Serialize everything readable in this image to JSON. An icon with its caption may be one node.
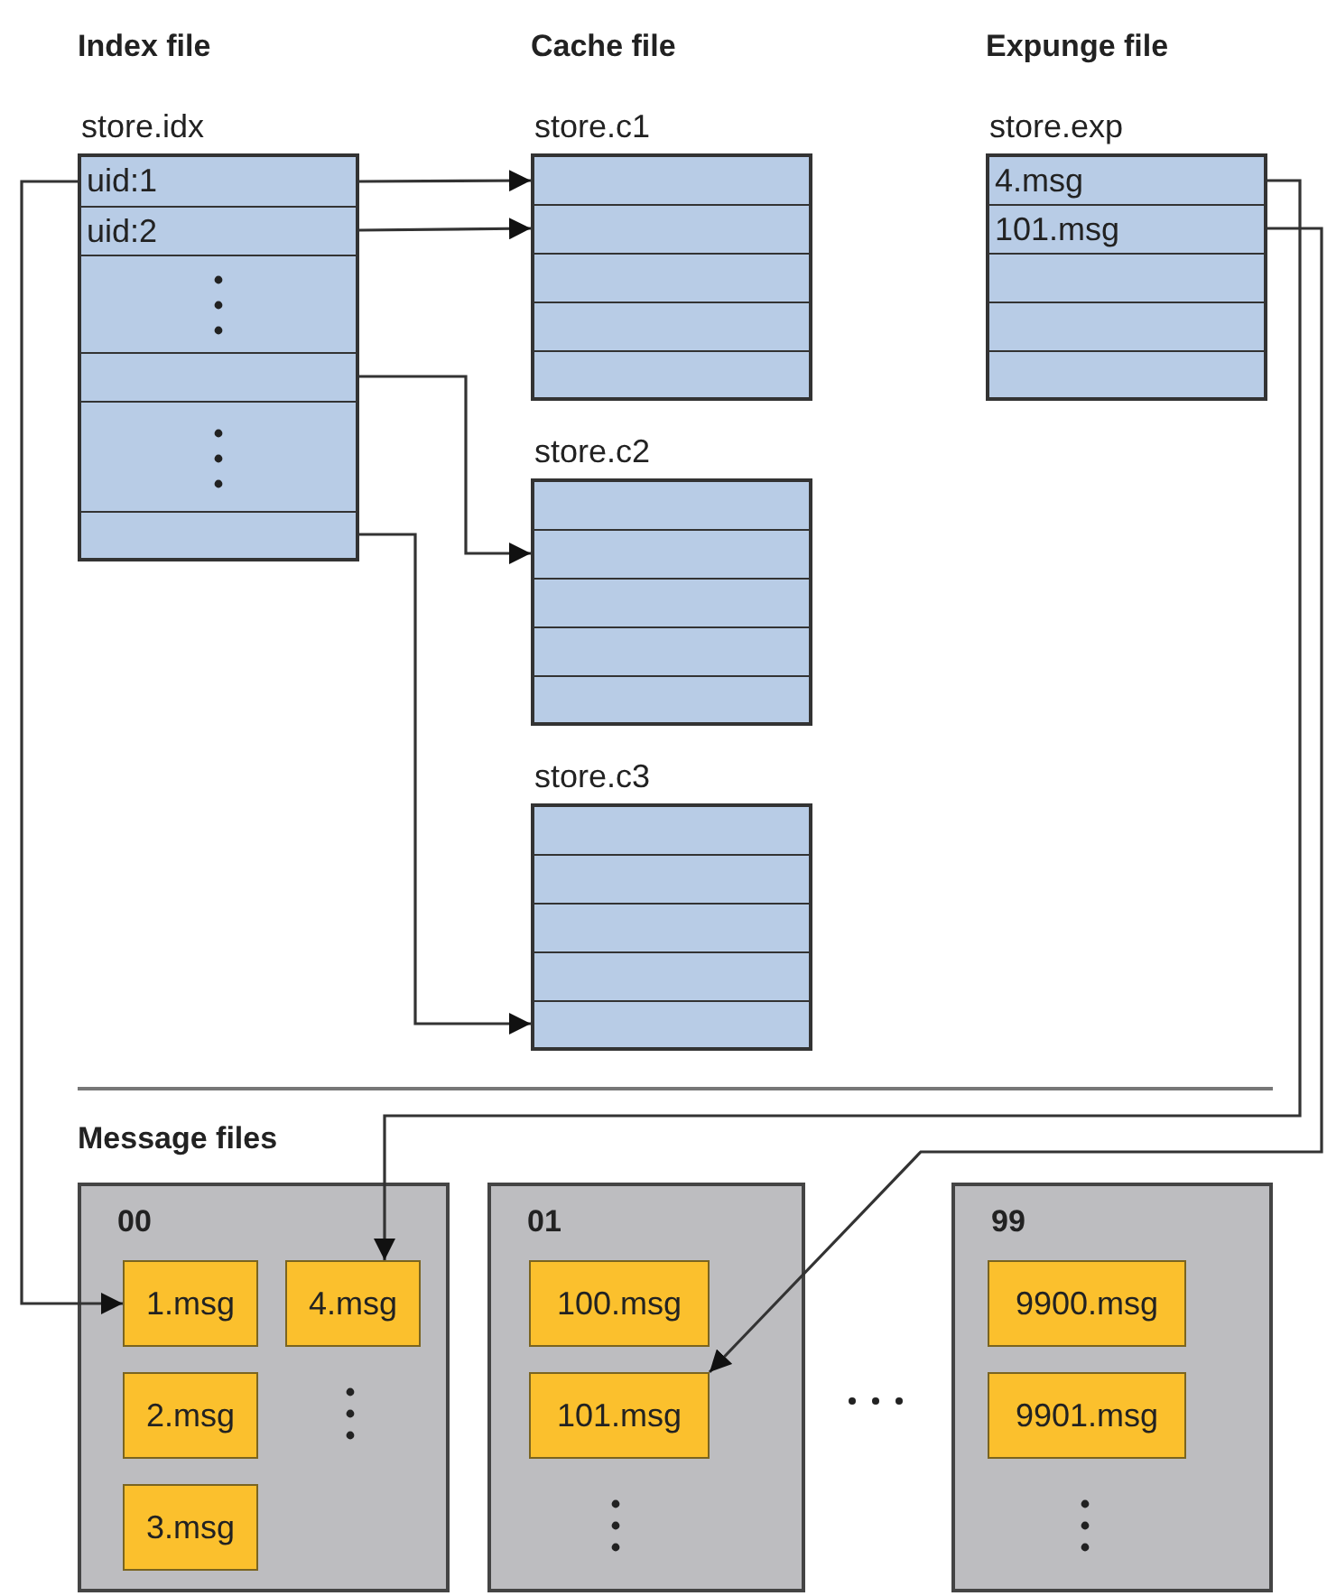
{
  "diagram": {
    "nodes": [
      {
        "text": [
          "store.idx"
        ]
      },
      {
        "text": [
          "uid:1"
        ],
        "in": 0
      },
      {
        "text": [
          "uid:2"
        ],
        "in": 0
      },
      {
        "text": [],
        "shape": "box",
        "in": 0
      },
      {
        "text": [],
        "shape": "box",
        "in": 0
      },
      {
        "text": [],
        "shape": "box",
        "in": 0
      },
      {
        "text": [],
        "shape": "box",
        "in": 0
      },
      {
        "text": [
          "store.c1"
        ]
      },
      {
        "text": [],
        "shape": "box",
        "in": 7
      },
      {
        "text": [],
        "shape": "box",
        "in": 7
      },
      {
        "text": [],
        "shape": "box",
        "in": 7
      },
      {
        "text": [],
        "shape": "box",
        "in": 7
      },
      {
        "text": [],
        "shape": "box",
        "in": 7
      },
      {
        "text": [
          "store.c2"
        ]
      },
      {
        "text": [],
        "shape": "box",
        "in": 13
      },
      {
        "text": [],
        "shape": "box",
        "in": 13
      },
      {
        "text": [],
        "shape": "box",
        "in": 13
      },
      {
        "text": [],
        "shape": "box",
        "in": 13
      },
      {
        "text": [],
        "shape": "box",
        "in": 13
      },
      {
        "text": [
          "store.c3"
        ]
      },
      {
        "text": [],
        "shape": "box",
        "in": 19
      },
      {
        "text": [],
        "shape": "box",
        "in": 19
      },
      {
        "text": [],
        "shape": "box",
        "in": 19
      },
      {
        "text": [],
        "shape": "box",
        "in": 19
      },
      {
        "text": [],
        "shape": "box",
        "in": 19
      },
      {
        "text": [
          "store.exp"
        ]
      },
      {
        "text": [
          "4.msg"
        ],
        "in": 25
      },
      {
        "text": [
          "101.msg"
        ],
        "in": 25
      },
      {
        "text": [],
        "shape": "box",
        "in": 25
      },
      {
        "text": [],
        "shape": "box",
        "in": 25
      },
      {
        "text": [],
        "shape": "box",
        "in": 25
      },
      {
        "text": [
          "00"
        ]
      },
      {
        "text": [
          "1.msg"
        ],
        "in": 31
      },
      {
        "text": [
          "4.msg"
        ],
        "in": 31
      },
      {
        "text": [
          "2.msg"
        ],
        "in": 31
      },
      {
        "text": [
          "3.msg"
        ],
        "in": 31
      },
      {
        "text": [
          "01"
        ]
      },
      {
        "text": [
          "100.msg"
        ],
        "in": 36
      },
      {
        "text": [
          "101.msg"
        ],
        "in": 36
      },
      {
        "text": [
          "99"
        ]
      },
      {
        "text": [
          "9900.msg"
        ],
        "in": 39
      },
      {
        "text": [
          "9901.msg"
        ],
        "in": 39
      }
    ],
    "edges": [
      {
        "from": 1,
        "to": 8,
        "arrow": "to"
      },
      {
        "from": 2,
        "to": 9,
        "arrow": "to"
      },
      {
        "from": 4,
        "to": 15,
        "arrow": "to"
      },
      {
        "from": 6,
        "to": 24,
        "arrow": "to"
      },
      {
        "from": 1,
        "to": 32,
        "arrow": "to"
      },
      {
        "from": 26,
        "to": 33,
        "arrow": "to"
      },
      {
        "from": 27,
        "to": 38,
        "arrow": "to"
      }
    ],
    "labels": [
      "Index file",
      "Cache file",
      "Expunge file",
      "Message files"
    ]
  }
}
